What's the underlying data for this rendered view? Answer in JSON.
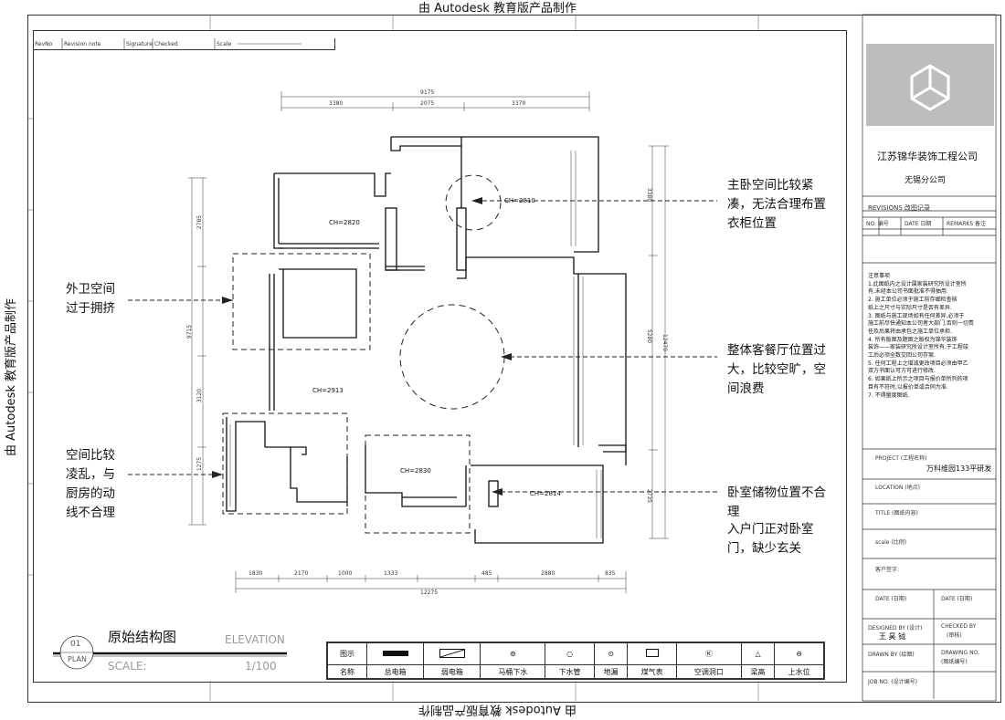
{
  "watermark": "由 Autodesk 教育版产品制作",
  "revision_header": {
    "rev_no": "RevNo",
    "revision_note": "Revision note",
    "signature": "Signature",
    "checked": "Checked",
    "scale": "Scale"
  },
  "dimensions_top": {
    "total": "9175",
    "a": "3380",
    "b": "2075",
    "c": "3370"
  },
  "dimensions_left": {
    "a": "2785",
    "b": "9715",
    "c": "3120",
    "d": "1275"
  },
  "dimensions_right": {
    "a": "3380",
    "b": "5280",
    "c": "12470",
    "d": "2735"
  },
  "dimensions_bottom": {
    "a": "1830",
    "b": "2170",
    "c": "1000",
    "d": "1333",
    "e": "485",
    "f": "2880",
    "g": "835",
    "total": "12275"
  },
  "room_heights": {
    "r1": "CH=2820",
    "r2": "CH=2810",
    "r3": "CH=2913",
    "r4": "CH=2830",
    "r5": "CH=2814"
  },
  "notes": {
    "master_bedroom": [
      "主卧空间比较紧",
      "凑，无法合理布置",
      "衣柜位置"
    ],
    "guest_bath": [
      "外卫空间",
      "过于拥挤"
    ],
    "living": [
      "整体客餐厅位置过",
      "大，比较空旷，空",
      "间浪费"
    ],
    "kitchen": [
      "空间比较",
      "凌乱，与",
      "厨房的动",
      "线不合理"
    ],
    "bedroom_storage": [
      "卧室储物位置不合",
      "理"
    ],
    "entrance": [
      "入户门正对卧室",
      "门，缺少玄关"
    ]
  },
  "drawing_title": {
    "number": "01",
    "sub": "PLAN",
    "name": "原始结构图",
    "elevation": "ELEVATION",
    "scale_label": "SCALE:",
    "scale_value": "1/100"
  },
  "legend": {
    "row1_label": "图示",
    "row2_label": "名称",
    "items": [
      "总电箱",
      "弱电箱",
      "马桶下水",
      "下水管",
      "地漏",
      "煤气表",
      "空调洞口",
      "梁高",
      "上水位"
    ]
  },
  "title_block": {
    "company": "江苏锦华装饰工程公司",
    "branch": "无锡分公司",
    "revisions": "REVISIONS 改图记录",
    "rev_no": "NO. 编号",
    "rev_date": "DATE 日期",
    "rev_remarks": "REMARKS 备注",
    "notes_title": "注意事项",
    "notes": [
      "1.此图纸内之设计属家装研究所设计室所",
      "有,未经本公司书面批准不得抽用.",
      "2. 施工单位必须于施工前存细检查核",
      "纸上之尺寸与实际尺寸是否有差异.",
      "3. 图纸与施工现场如有任何差异,必须于",
      "施工前尽快通知本公司者大部门,否则一切责",
      "任及后果将由承包之施工单位承担.",
      "4. 所有版图及题图之版权为锦华装饰",
      "装饰——家装研究所设计室所有,于工程竣",
      "工后必须全数交回公司存案.",
      "5. 任何工程上之增减更改项目必须由甲乙",
      "双方书面认可方可进行修改.",
      "6. 如果纸上所示之项目与报价单所列的项",
      "目有不符时,以报价单或合同为准.",
      "7. 不得量度图纸."
    ],
    "project_label": "PROJECT (工程名称)",
    "project_value": "万科维园133平研发",
    "location_label": "LOCATION (地点)",
    "title_label": "TITLE (图纸内容)",
    "scale_label": "scale (比例)",
    "client_label": "客户签字:",
    "date_label": "DATE (日期)",
    "date_label2": "DATE (日期)",
    "designed_label": "DESIGNED BY (设计)",
    "designer": "王 昊 钺",
    "checked_label": "CHECKED BY",
    "checked_sub": "(审核)",
    "drawn_label": "DRAWN BY (绘图)",
    "drawing_no_label": "DRAWING NO.",
    "drawing_no_sub": "(图纸编号)",
    "job_label": "JOB NO. (设计编号)"
  }
}
